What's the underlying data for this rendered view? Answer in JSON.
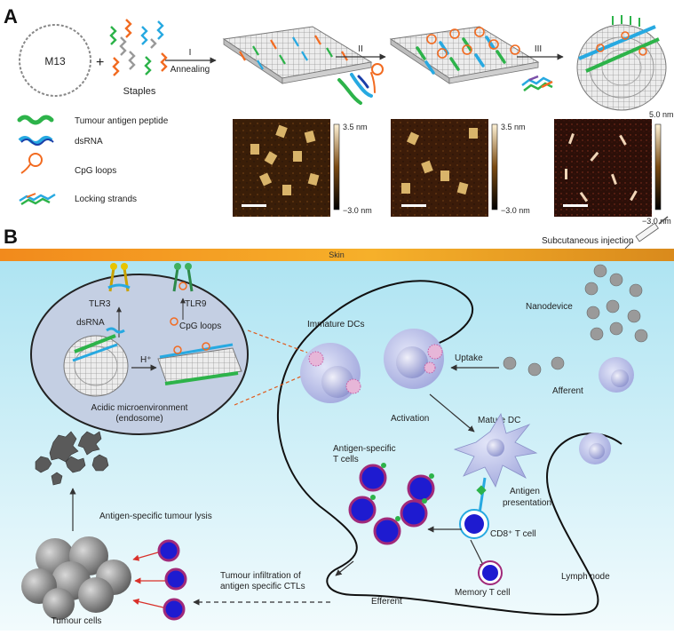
{
  "panel_a": {
    "label": "A",
    "m13": "M13",
    "plus": "+",
    "staples": "Staples",
    "steps": [
      "I",
      "II",
      "III"
    ],
    "annealing": "Annealing",
    "legend": [
      "Tumour antigen peptide",
      "dsRNA",
      "CpG loops",
      "Locking strands"
    ],
    "afm": [
      {
        "max": "3.5 nm",
        "min": "−3.0 nm"
      },
      {
        "max": "3.5 nm",
        "min": "−3.0 nm"
      },
      {
        "max": "5.0 nm",
        "min": "−3.0 nm"
      }
    ]
  },
  "panel_b": {
    "label": "B",
    "skin": "Skin",
    "subcutaneous_injection": "Subcutaneous injection",
    "nanodevice": "Nanodevice",
    "tlr3": "TLR3",
    "tlr9": "TLR9",
    "dsrna": "dsRNA",
    "cpg_loops": "CpG loops",
    "h_plus": "H⁺",
    "acidic_1": "Acidic microenvironment",
    "acidic_2": "(endosome)",
    "immature_dcs": "Immature DCs",
    "uptake": "Uptake",
    "afferent": "Afferent",
    "activation": "Activation",
    "mature_dc": "Mature DC",
    "antigen_specific_t_1": "Antigen-specific",
    "antigen_specific_t_2": "T cells",
    "antigen_presentation_1": "Antigen",
    "antigen_presentation_2": "presentation",
    "cd8_t_cell": "CD8⁺ T cell",
    "tumour_lysis": "Antigen-specific tumour lysis",
    "infiltration_1": "Tumour infiltration of",
    "infiltration_2": "antigen specific CTLs",
    "efferent": "Efferent",
    "memory_t_cell": "Memory T cell",
    "lymph_node": "Lymph node",
    "tumour_cells": "Tumour cells"
  },
  "colors": {
    "antigen": "#2db34a",
    "dsrna": "#27a9e1",
    "cpg": "#f26b21",
    "skin": "#f0941e",
    "background": "#c9eef7",
    "cell": "#b8bde6",
    "t_cell": "#1e1bd0",
    "tumour": "#8a8a8a"
  }
}
